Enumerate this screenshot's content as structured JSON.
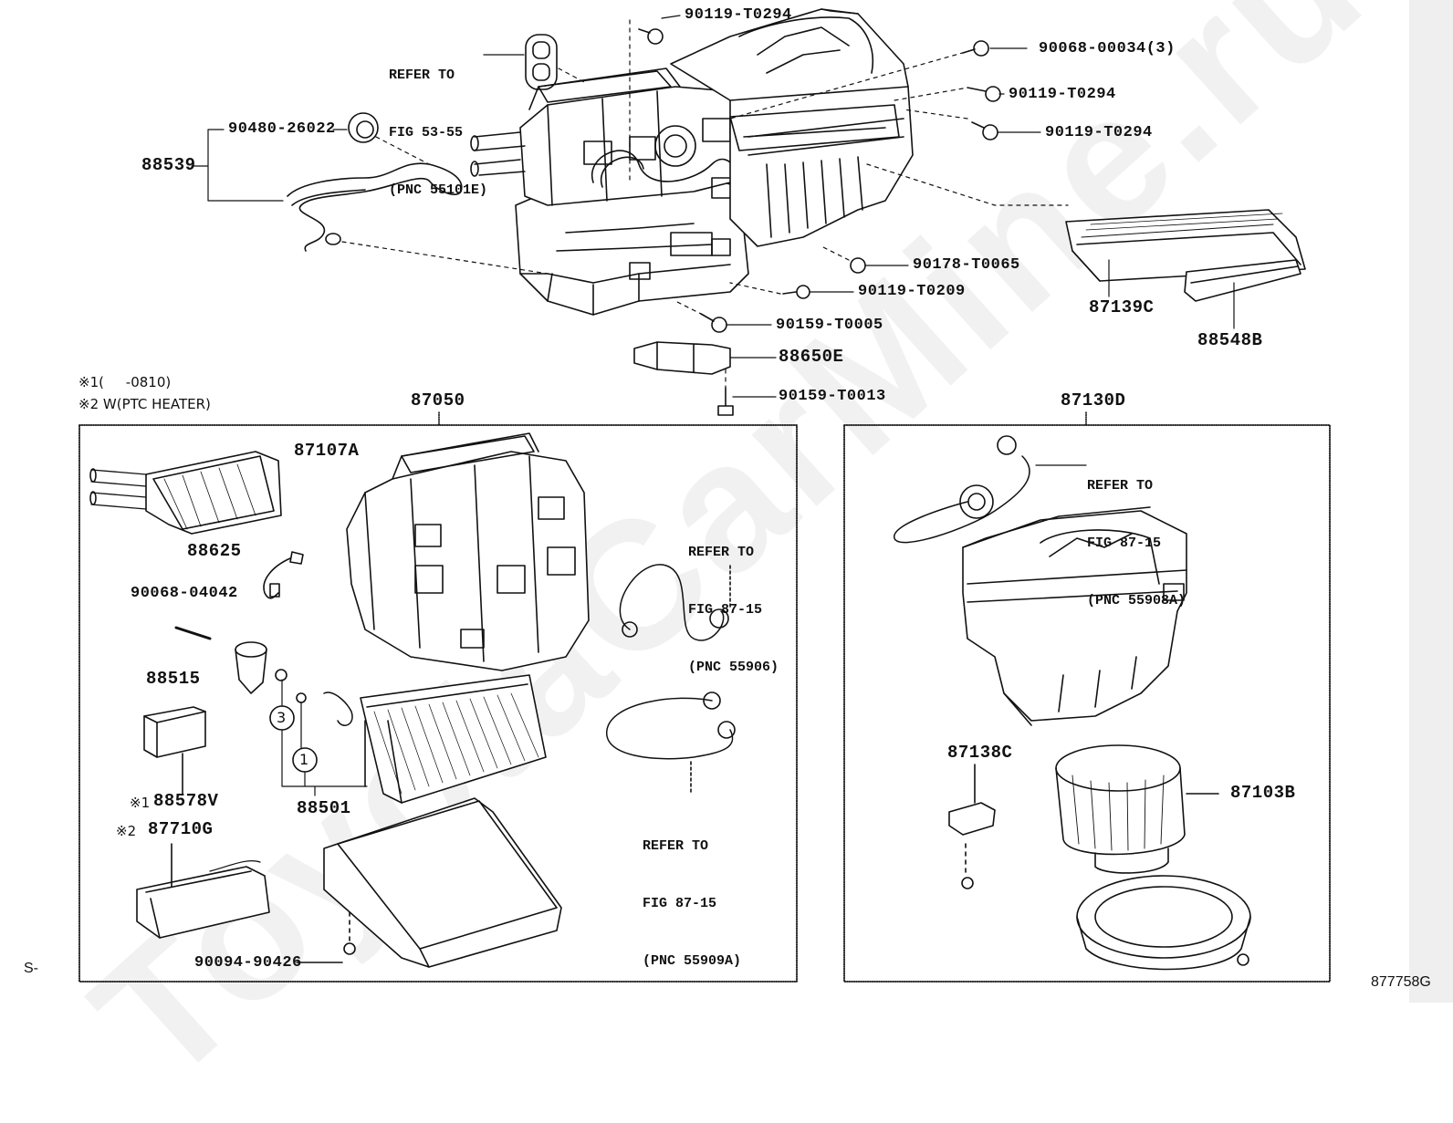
{
  "diagram": {
    "figure_code": "877758G",
    "sheet_prefix": "S-",
    "watermark": "ToyotaCarMine.ru",
    "notes": [
      "※1(     -0810)",
      "※2 W(PTC HEATER)"
    ],
    "group_labels": {
      "heater_unit_assy": "87050",
      "blower_assy": "87130D"
    },
    "part_labels": {
      "p90119_top": "90119-T0294",
      "p90068_00034": "90068-00034(3)",
      "p90119_r1": "90119-T0294",
      "p90119_r2": "90119-T0294",
      "p90480": "90480-26022",
      "p88539": "88539",
      "p90178": "90178-T0065",
      "p90119_t0209": "90119-T0209",
      "p90159_t0005": "90159-T0005",
      "p88650e": "88650E",
      "p90159_t0013": "90159-T0013",
      "p87139c": "87139C",
      "p88548b": "88548B",
      "p87107a": "87107A",
      "p88625": "88625",
      "p90068_04042": "90068-04042",
      "p88515": "88515",
      "p88501": "88501",
      "p88578v_mark": "※1",
      "p88578v": "88578V",
      "p87710g_mark": "※2",
      "p87710g": "87710G",
      "p90094": "90094-90426",
      "p87138c": "87138C",
      "p87103b": "87103B"
    },
    "callout_markers": [
      "3",
      "1"
    ],
    "references": {
      "fig53": [
        "REFER TO",
        "FIG 53-55",
        "(PNC 55101E)"
      ],
      "fig87_55906": [
        "REFER TO",
        "FIG 87-15",
        "(PNC 55906)"
      ],
      "fig87_55909a": [
        "REFER TO",
        "FIG 87-15",
        "(PNC 55909A)"
      ],
      "fig87_55908a": [
        "REFER TO",
        "FIG 87-15",
        "(PNC 55908A)"
      ]
    }
  }
}
